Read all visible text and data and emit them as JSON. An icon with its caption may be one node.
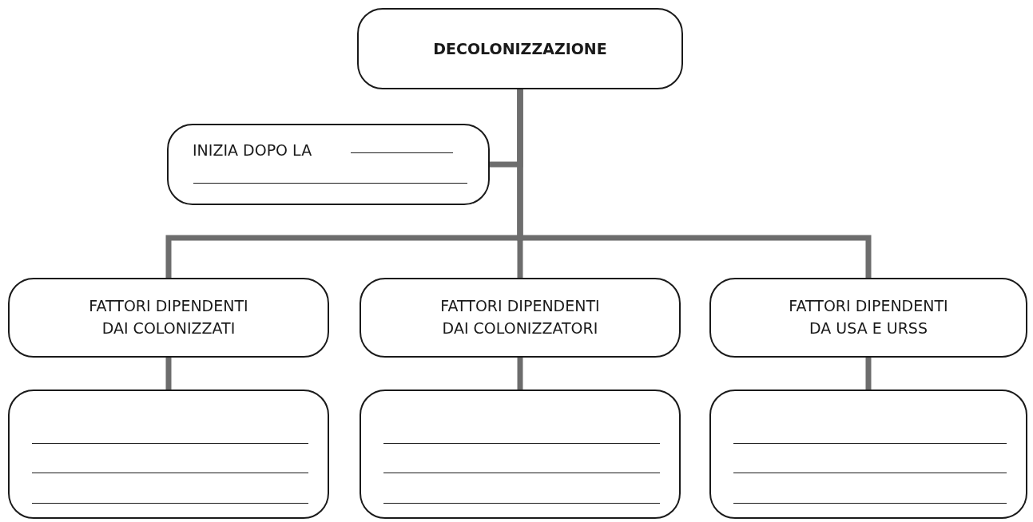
{
  "diagram": {
    "nodes": [
      {
        "text": [
          "DECOLONIZZAZIONE"
        ]
      },
      {
        "text": [
          "INIZIA DOPO LA"
        ]
      },
      {
        "text": [
          "FATTORI DIPENDENTI DAI COLONIZZATI"
        ]
      },
      {
        "text": [
          "FATTORI DIPENDENTI DAI COLONIZZATORI"
        ]
      },
      {
        "text": [
          "FATTORI DIPENDENTI DA USA E URSS"
        ]
      },
      {
        "text": [],
        "shape": "box"
      },
      {
        "text": [],
        "shape": "box"
      },
      {
        "text": [],
        "shape": "box"
      }
    ],
    "edges": [
      {
        "from": 0,
        "to": 1,
        "arrow": "none"
      },
      {
        "from": 0,
        "to": 2,
        "arrow": "none"
      },
      {
        "from": 0,
        "to": 3,
        "arrow": "none"
      },
      {
        "from": 0,
        "to": 4,
        "arrow": "none"
      },
      {
        "from": 2,
        "to": 5,
        "arrow": "none"
      },
      {
        "from": 3,
        "to": 6,
        "arrow": "none"
      },
      {
        "from": 4,
        "to": 7,
        "arrow": "none"
      }
    ]
  }
}
